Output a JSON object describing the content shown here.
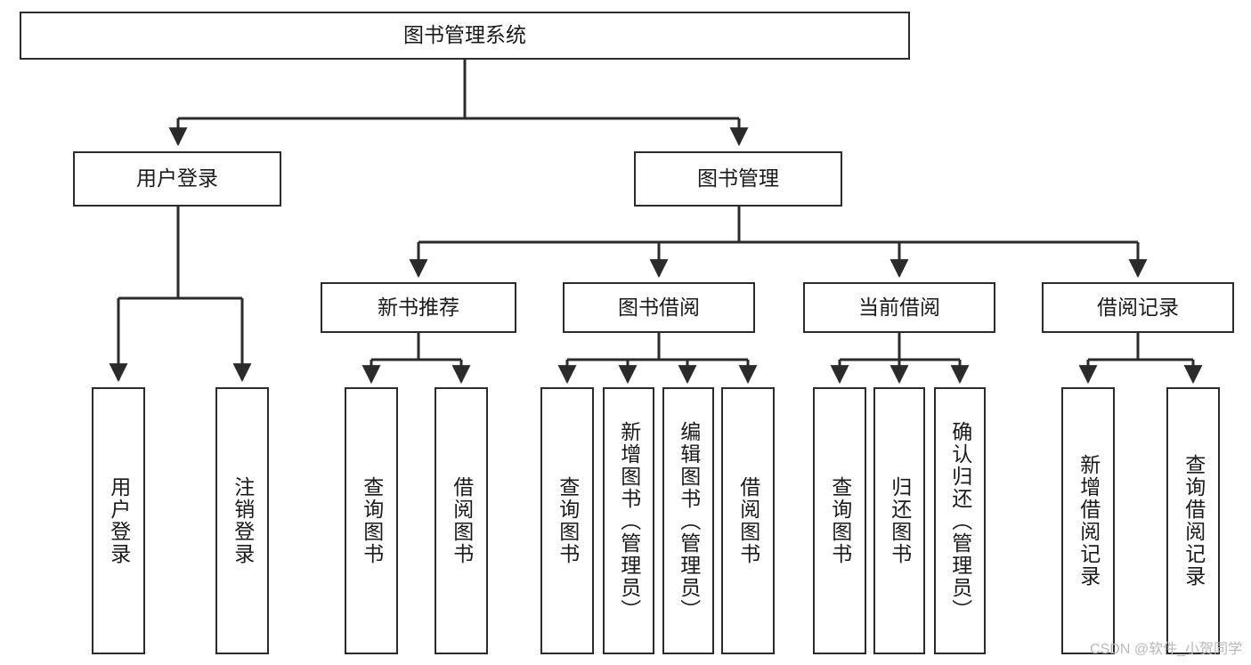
{
  "diagram": {
    "title": "图书管理系统",
    "type": "tree-hierarchy-diagram",
    "colors": {
      "box_border": "#2b2b2b",
      "box_fill": "#ffffff",
      "line": "#2b2b2b",
      "text": "#1a1a1a",
      "watermark": "#b9b9b9"
    },
    "root": {
      "label": "图书管理系统"
    },
    "level2": [
      {
        "label": "用户登录"
      },
      {
        "label": "图书管理"
      }
    ],
    "level3": [
      {
        "label": "新书推荐"
      },
      {
        "label": "图书借阅"
      },
      {
        "label": "当前借阅"
      },
      {
        "label": "借阅记录"
      }
    ],
    "leaves": {
      "user_login": [
        {
          "label": "用户登录"
        },
        {
          "label": "注销登录"
        }
      ],
      "new_book_recommend": [
        {
          "label": "查询图书"
        },
        {
          "label": "借阅图书"
        }
      ],
      "book_borrow": [
        {
          "label": "查询图书"
        },
        {
          "label": "新增图书（管理员）"
        },
        {
          "label": "编辑图书（管理员）"
        },
        {
          "label": "借阅图书"
        }
      ],
      "current_borrow": [
        {
          "label": "查询图书"
        },
        {
          "label": "归还图书"
        },
        {
          "label": "确认归还（管理员）"
        }
      ],
      "borrow_records": [
        {
          "label": "新增借阅记录"
        },
        {
          "label": "查询借阅记录"
        }
      ]
    }
  },
  "watermark": {
    "text": "CSDN @软件_小贺同学"
  }
}
